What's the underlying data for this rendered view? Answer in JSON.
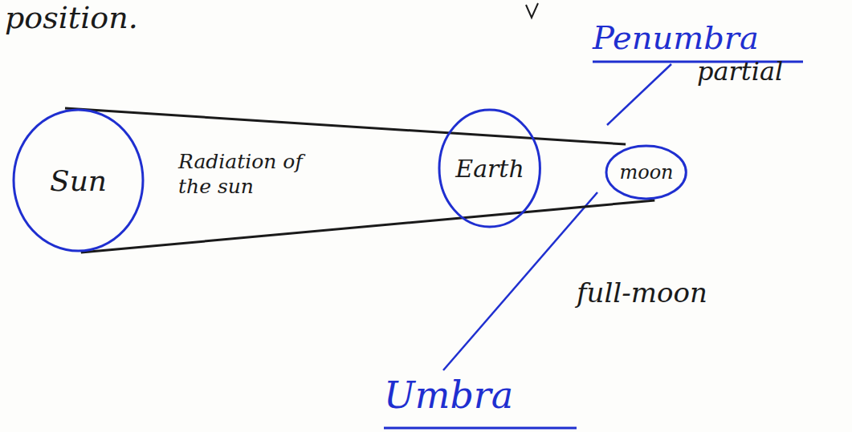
{
  "diagram": {
    "nodes": [
      {
        "text": [
          "Sun"
        ]
      },
      {
        "text": [
          "Earth"
        ]
      },
      {
        "text": [
          "moon"
        ]
      }
    ],
    "edges": [
      {
        "from": 0,
        "to": 2,
        "arrow": "none"
      },
      {
        "from": 0,
        "to": 2,
        "arrow": "none"
      }
    ],
    "labels": [
      "position.",
      "Penumbra",
      "partial",
      "Radiation of the sun",
      "full-moon",
      "Umbra"
    ]
  }
}
